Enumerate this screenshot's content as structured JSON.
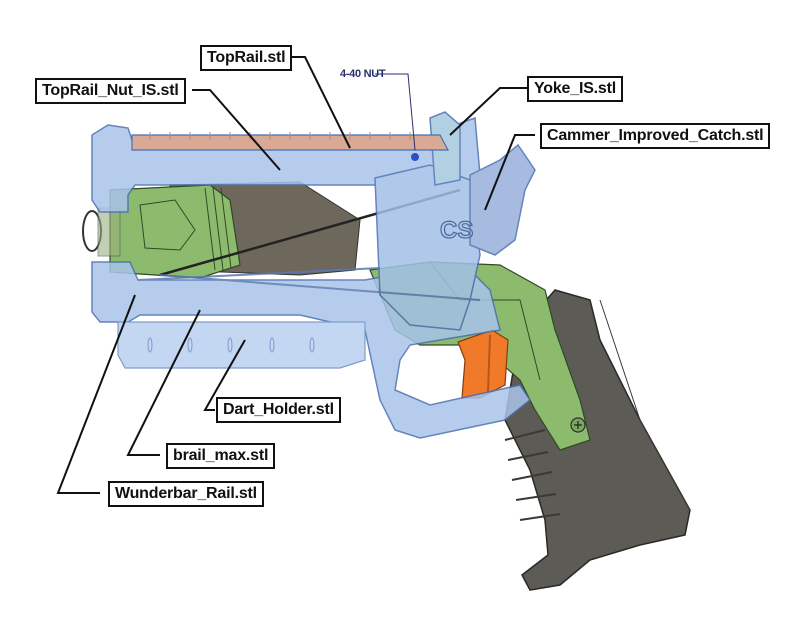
{
  "diagram": {
    "labels": {
      "top_rail": "TopRail.stl",
      "top_rail_nut": "TopRail_Nut_IS.stl",
      "nut": "4-40 NUT",
      "yoke": "Yoke_IS.stl",
      "catch": "Cammer_Improved_Catch.stl",
      "dart_holder": "Dart_Holder.stl",
      "brail": "brail_max.stl",
      "wunderbar": "Wunderbar_Rail.stl"
    },
    "logo_text": "CS",
    "colors": {
      "frame_blue": "#a9c4ea",
      "frame_stroke": "#4a6fb0",
      "rail_tan": "#d9a995",
      "green": "#8dbb6e",
      "dark_grip": "#5d5b56",
      "orange": "#f07a2a",
      "cylinder": "#6d675c",
      "nut_blue": "#27306b"
    }
  }
}
